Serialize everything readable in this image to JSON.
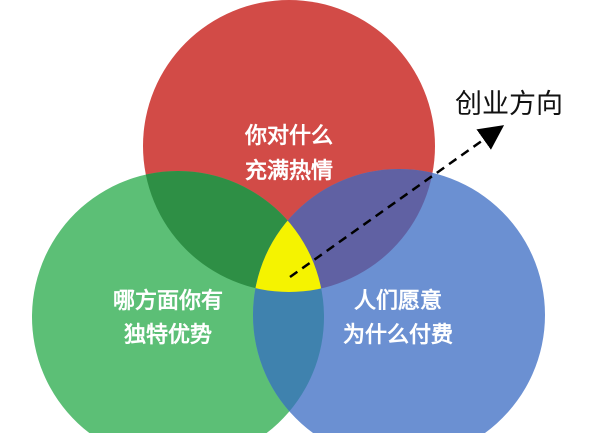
{
  "title": "创业方向",
  "circles": {
    "passion": {
      "line1": "你对什么",
      "line2": "充满热情",
      "color": "#D24B47"
    },
    "strength": {
      "line1": "哪方面你有",
      "line2": "独特优势",
      "color": "#5CBF76"
    },
    "pay": {
      "line1": "人们愿意",
      "line2": "为什么付费",
      "color": "#6B90D2"
    }
  },
  "overlaps": {
    "passion_strength": "#2E8F45",
    "passion_pay": "#6061A3",
    "strength_pay": "#3F82AE",
    "center": "#F5F300"
  }
}
